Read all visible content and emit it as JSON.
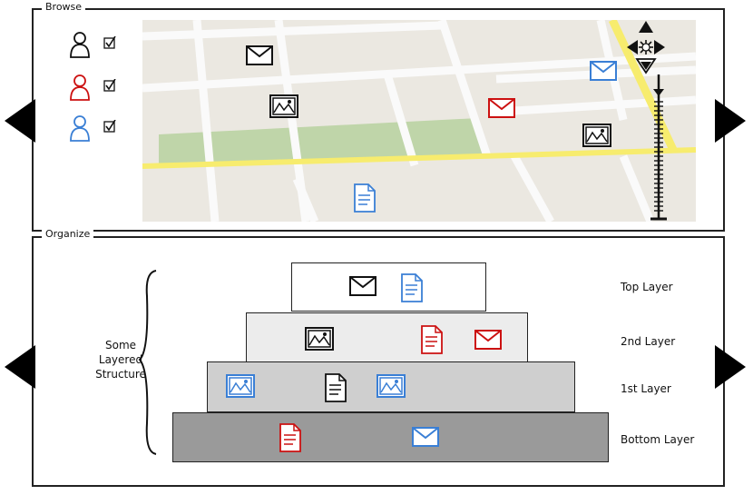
{
  "browse": {
    "title": "Browse",
    "users": [
      {
        "icon": "user-icon",
        "color": "#111111",
        "checked": true
      },
      {
        "icon": "user-icon",
        "color": "#cc1111",
        "checked": true
      },
      {
        "icon": "user-icon",
        "color": "#3a7fd5",
        "checked": true
      }
    ],
    "map_markers": [
      {
        "icon": "envelope-icon",
        "color": "#111111"
      },
      {
        "icon": "image-icon",
        "color": "#111111"
      },
      {
        "icon": "envelope-icon",
        "color": "#3a7fd5"
      },
      {
        "icon": "envelope-icon",
        "color": "#cc1111"
      },
      {
        "icon": "image-icon",
        "color": "#111111"
      },
      {
        "icon": "document-icon",
        "color": "#3a7fd5"
      }
    ],
    "map_controls": {
      "pan": "pan-control-icon",
      "zoom": "zoom-slider"
    }
  },
  "organize": {
    "title": "Organize",
    "brace_label": "Some\nLayered\nStructure",
    "layers": [
      {
        "label": "Top Layer",
        "fill": "#ffffff",
        "items": [
          {
            "icon": "envelope-icon",
            "color": "#111111"
          },
          {
            "icon": "document-icon",
            "color": "#3a7fd5"
          }
        ]
      },
      {
        "label": "2nd Layer",
        "fill": "#ececec",
        "items": [
          {
            "icon": "image-icon",
            "color": "#111111"
          },
          {
            "icon": "document-icon",
            "color": "#cc1111"
          },
          {
            "icon": "envelope-icon",
            "color": "#cc1111"
          }
        ]
      },
      {
        "label": "1st Layer",
        "fill": "#cfcfcf",
        "items": [
          {
            "icon": "image-icon",
            "color": "#3a7fd5"
          },
          {
            "icon": "document-icon",
            "color": "#111111"
          },
          {
            "icon": "image-icon",
            "color": "#3a7fd5"
          }
        ]
      },
      {
        "label": "Bottom Layer",
        "fill": "#9a9a9a",
        "items": [
          {
            "icon": "document-icon",
            "color": "#cc1111"
          },
          {
            "icon": "envelope-icon",
            "color": "#3a7fd5"
          }
        ]
      }
    ]
  },
  "colors": {
    "black": "#111111",
    "red": "#cc1111",
    "blue": "#3a7fd5",
    "map_bg": "#ebe8e1",
    "park": "#bfd5a9",
    "road_yellow": "#f7ec6e"
  }
}
